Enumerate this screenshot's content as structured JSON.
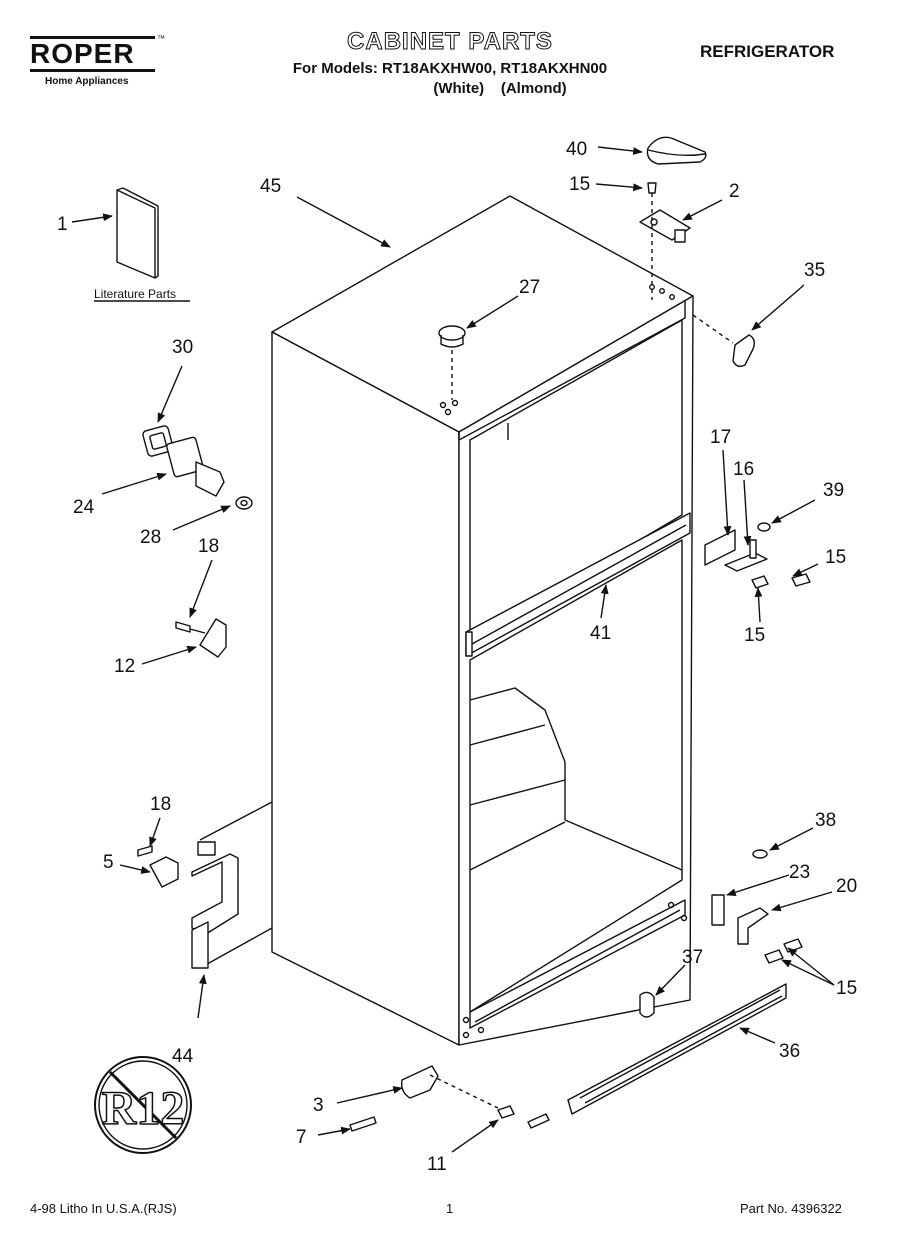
{
  "header": {
    "brand": "ROPER",
    "brand_sub": "Home Appliances",
    "title": "CABINET PARTS",
    "models_line": "For Models: RT18AKXHW00, RT18AKXHN00",
    "colors_line": "(White)    (Almond)",
    "product": "REFRIGERATOR"
  },
  "footer": {
    "left": "4-98 Litho In U.S.A.(RJS)",
    "page": "1",
    "right": "Part No. 4396322"
  },
  "diagram": {
    "literature_label": "Literature Parts",
    "badge_text": "R12",
    "callouts": {
      "c1": "1",
      "c2": "2",
      "c3": "3",
      "c5": "5",
      "c7": "7",
      "c11": "11",
      "c12": "12",
      "c15a": "15",
      "c15b": "15",
      "c15c": "15",
      "c15d": "15",
      "c16": "16",
      "c17": "17",
      "c18a": "18",
      "c18b": "18",
      "c20": "20",
      "c23": "23",
      "c24": "24",
      "c27": "27",
      "c28": "28",
      "c30": "30",
      "c35": "35",
      "c36": "36",
      "c37": "37",
      "c38": "38",
      "c39": "39",
      "c40": "40",
      "c41": "41",
      "c44": "44",
      "c45": "45"
    }
  }
}
